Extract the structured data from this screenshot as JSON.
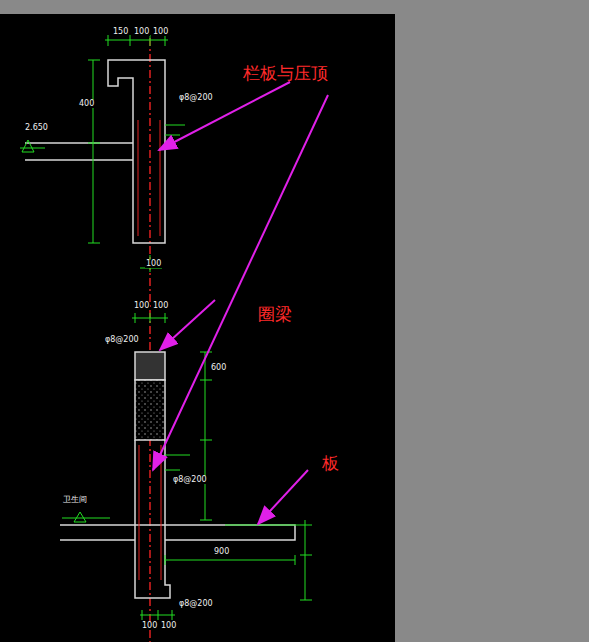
{
  "diagram": {
    "labels": [
      "栏板与压顶",
      "圈梁",
      "板",
      "150",
      "100",
      "100",
      "400",
      "φ8@200",
      "2.650",
      "100",
      "100",
      "100",
      "φ8@200",
      "600",
      "卫生间",
      "900",
      "100",
      "100",
      "φ8@200",
      "φ8@200"
    ]
  }
}
